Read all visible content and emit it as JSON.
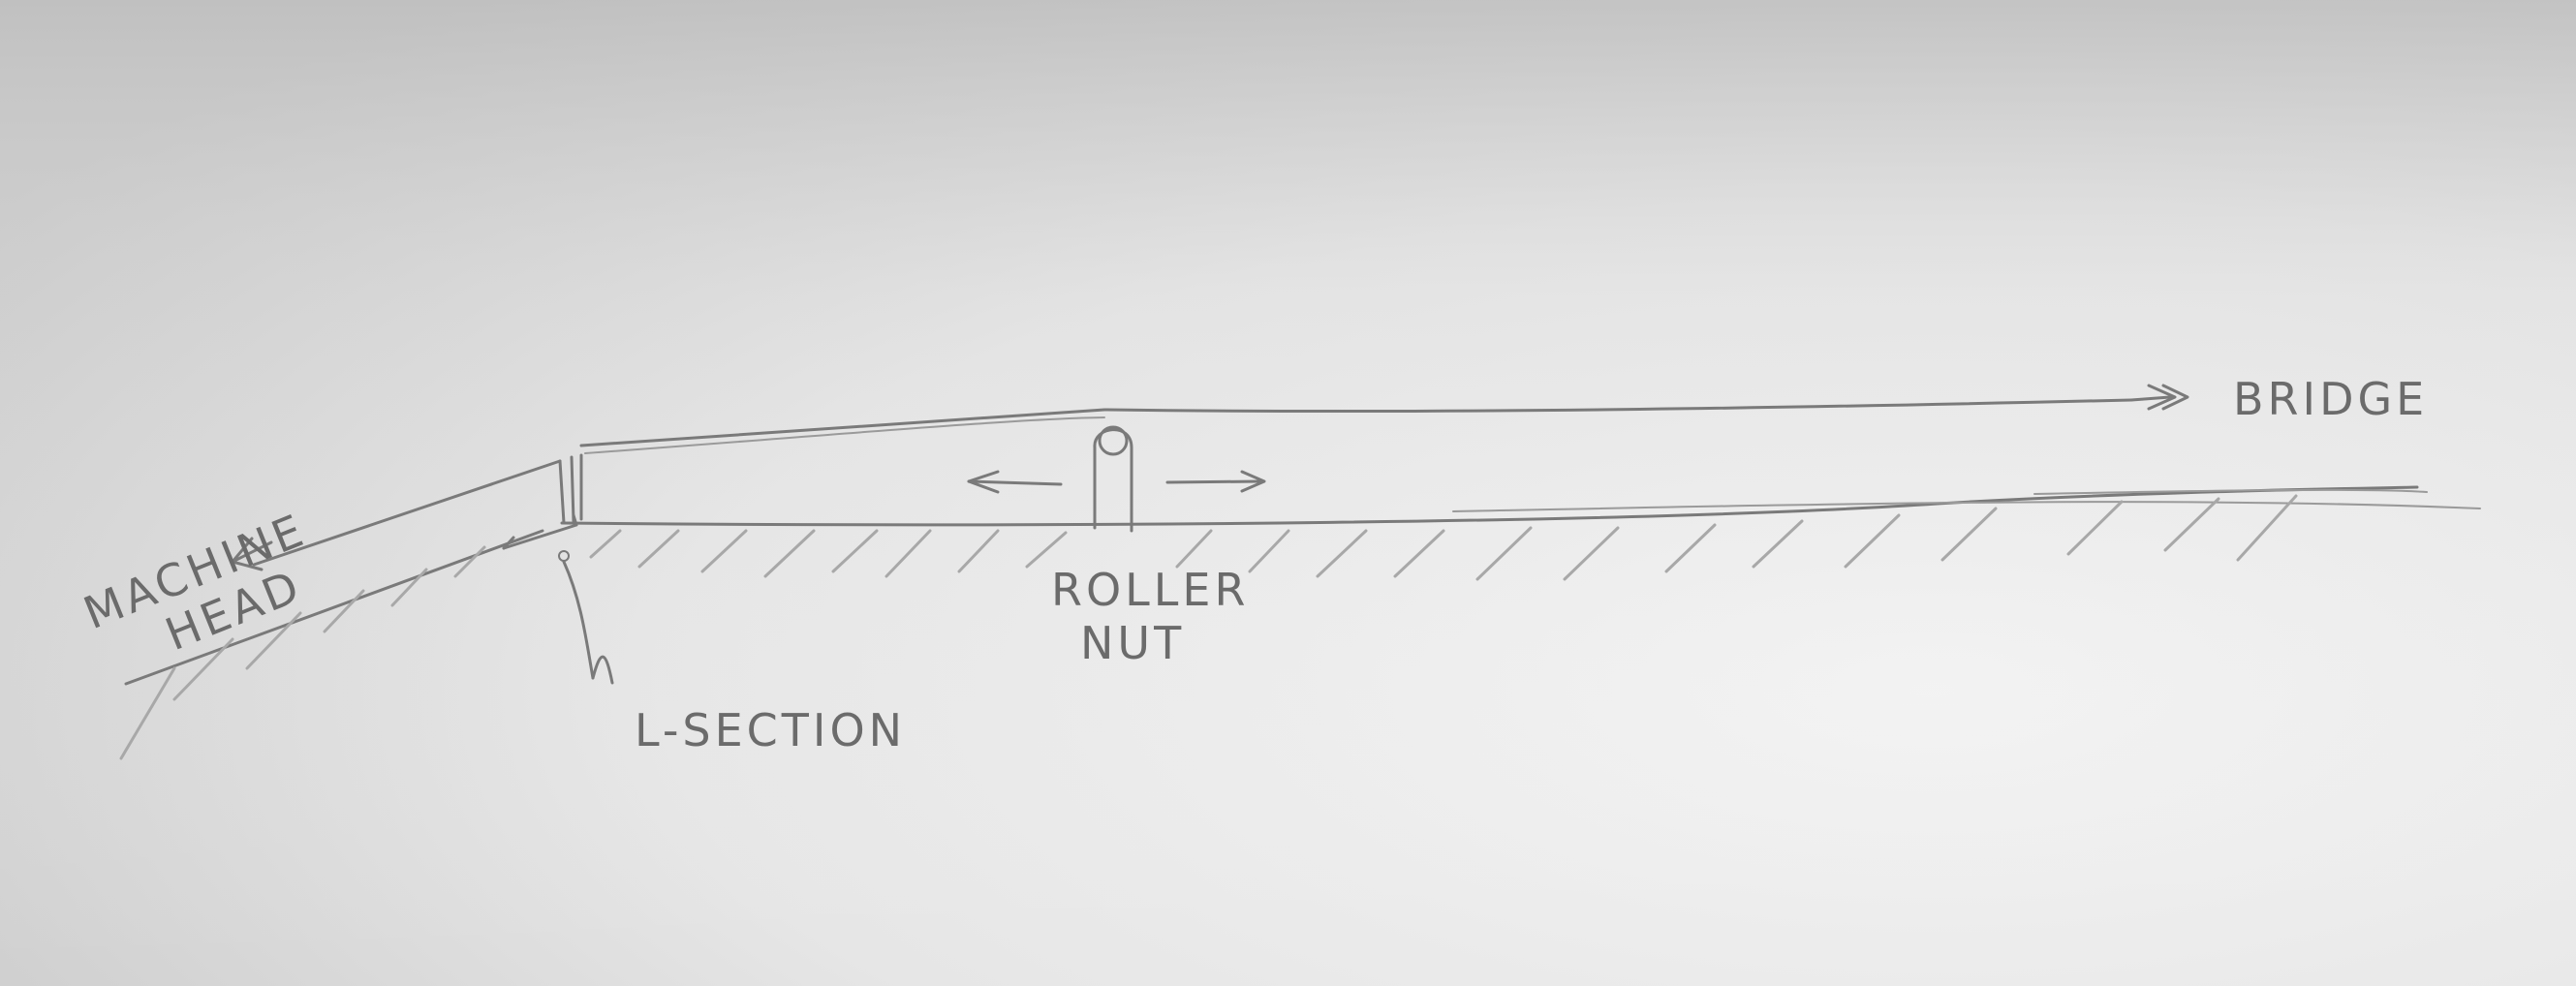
{
  "labels": {
    "machine_head_line1": "MACHINE",
    "machine_head_line2": "HEAD",
    "l_section": "L-SECTION",
    "roller_nut_line1": "ROLLER",
    "roller_nut_line2": "NUT",
    "bridge": "BRIDGE"
  },
  "colors": {
    "paper": "#ececec",
    "pencil": "#7a7a7a"
  }
}
